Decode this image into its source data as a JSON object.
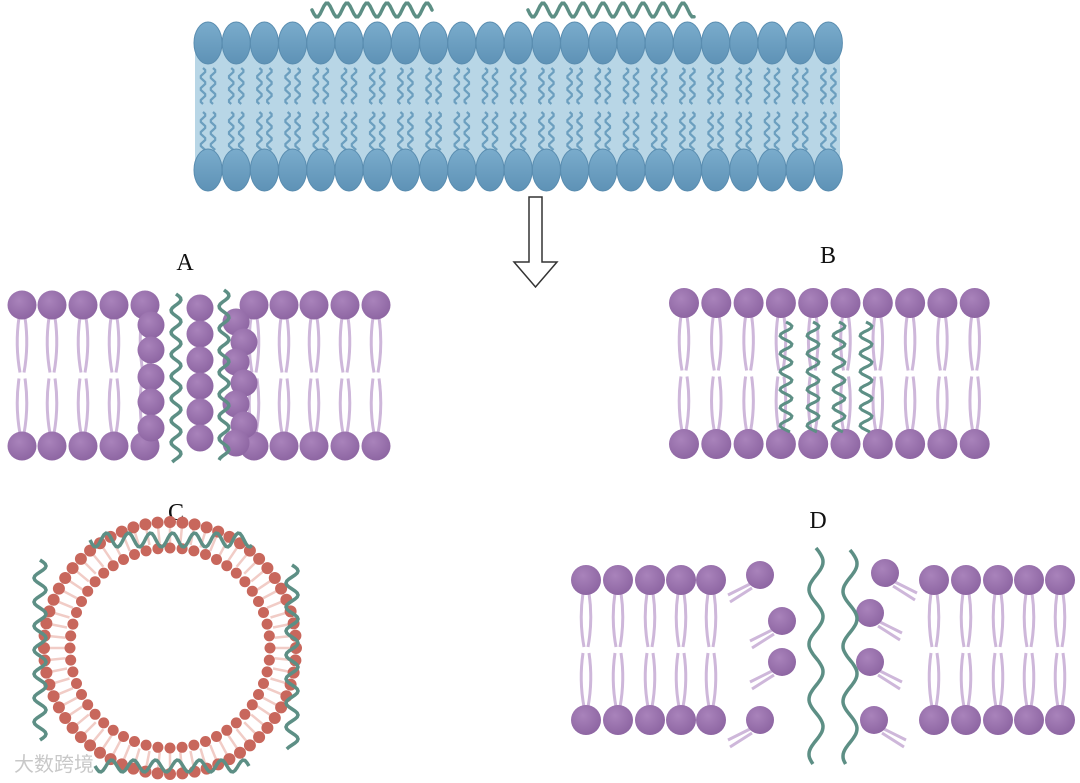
{
  "labels": {
    "a": "A",
    "b": "B",
    "c": "C",
    "d": "D"
  },
  "watermark": "大数跨境",
  "colors": {
    "top_head": "#6a9ec0",
    "top_core": "#b8d6e6",
    "top_tail": "#6c9fbf",
    "purple_head": "#9a72ad",
    "purple_tail": "#ceb7da",
    "peptide": "#5d8f85",
    "vesicle_head": "#c8675c",
    "vesicle_tail": "#f1ccc6"
  }
}
